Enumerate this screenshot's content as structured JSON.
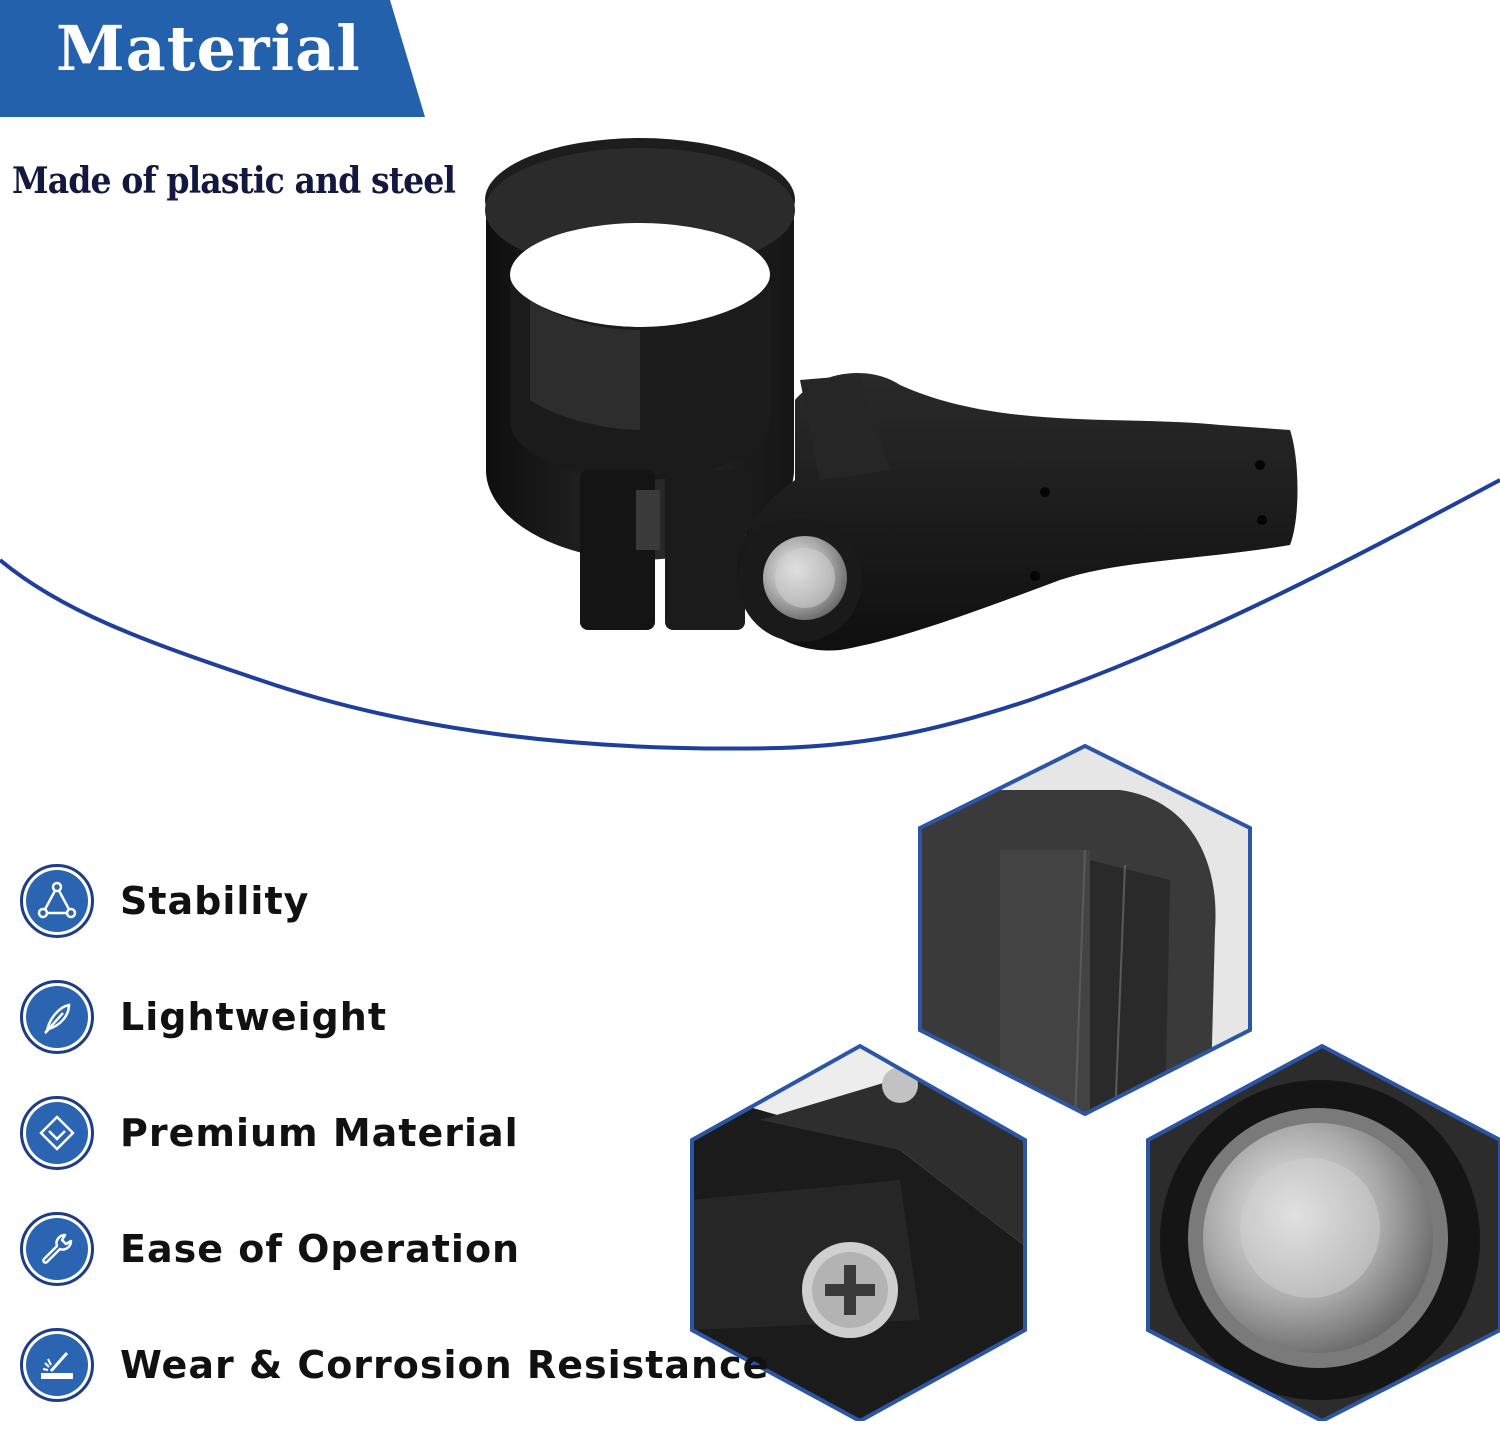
{
  "header": {
    "title": "Material",
    "subtitle": "Made of plastic and steel"
  },
  "features": [
    {
      "label": "Stability",
      "icon": "triangle-nodes-icon"
    },
    {
      "label": "Lightweight",
      "icon": "feather-icon"
    },
    {
      "label": "Premium Material",
      "icon": "diamond-icon"
    },
    {
      "label": "Ease of Operation",
      "icon": "wrench-icon"
    },
    {
      "label": "Wear & Corrosion Resistance",
      "icon": "grinding-sparks-icon"
    }
  ],
  "colors": {
    "banner": "#2461ad",
    "accent_line": "#1f3f9c",
    "subtitle_text": "#13183f",
    "icon_fill": "#2b64b0",
    "icon_ring": "#1e3d86",
    "product_black": "#1a1a1a",
    "steel": "#b9b9b9"
  }
}
